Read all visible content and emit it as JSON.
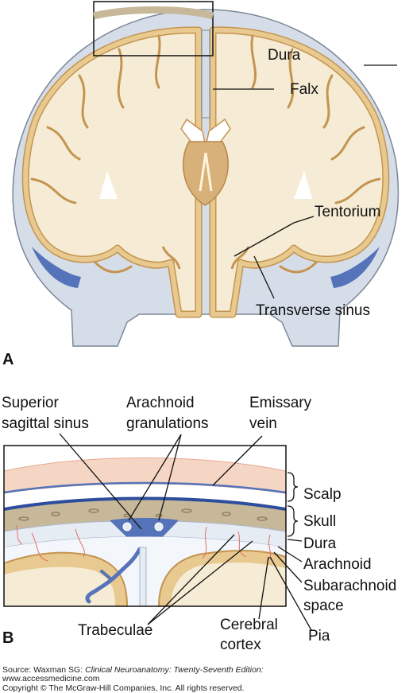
{
  "colors": {
    "dura": "#d5dde9",
    "brain": "#f6ecd5",
    "cortex": "#e8c98f",
    "cortex_edge": "#c49450",
    "sinus": "#5573b8",
    "skull": "#c8b89a",
    "scalp": "#f5d6c5",
    "vessel": "#e36f64"
  },
  "panel_a": {
    "letter": "A",
    "labels": {
      "dura": "Dura",
      "falx": "Falx",
      "tentorium": "Tentorium",
      "transverse_sinus": "Transverse sinus"
    }
  },
  "panel_b": {
    "letter": "B",
    "labels": {
      "superior_sagittal_sinus_1": "Superior",
      "superior_sagittal_sinus_2": "sagittal sinus",
      "arachnoid_granulations_1": "Arachnoid",
      "arachnoid_granulations_2": "granulations",
      "emissary_vein_1": "Emissary",
      "emissary_vein_2": "vein",
      "scalp": "Scalp",
      "skull": "Skull",
      "dura": "Dura",
      "arachnoid": "Arachnoid",
      "subarachnoid_space_1": "Subarachnoid",
      "subarachnoid_space_2": "space",
      "pia": "Pia",
      "trabeculae": "Trabeculae",
      "cerebral_cortex_1": "Cerebral",
      "cerebral_cortex_2": "cortex"
    }
  },
  "source": {
    "prefix": "Source: Waxman SG: ",
    "title": "Clinical Neuroanatomy: Twenty-Seventh Edition:",
    "url": "www.accessmedicine.com",
    "copyright": "Copyright © The McGraw-Hill Companies, Inc. All rights reserved."
  }
}
